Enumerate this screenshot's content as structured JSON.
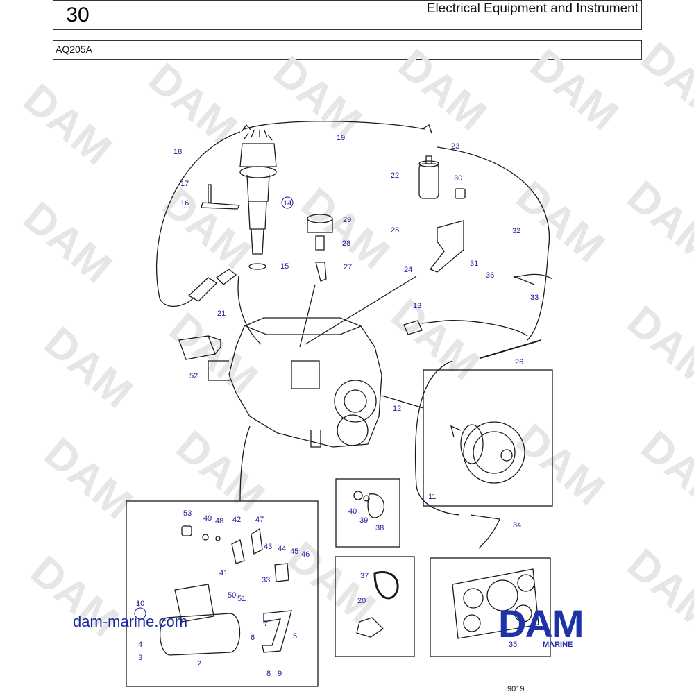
{
  "header": {
    "section_number": "30",
    "title": "Electrical Equipment and Instrument",
    "model": "AQ205A"
  },
  "watermark": {
    "text": "DAM"
  },
  "website": "dam-marine.com",
  "brand": {
    "name": "DAM",
    "subtitle": "MARINE",
    "color": "#1f33a8"
  },
  "drawing_code": "9019",
  "callouts": [
    "1",
    "2",
    "3",
    "4",
    "5",
    "6",
    "7",
    "8",
    "9",
    "10",
    "11",
    "12",
    "13",
    "14",
    "15",
    "16",
    "17",
    "18",
    "19",
    "20",
    "21",
    "22",
    "23",
    "24",
    "25",
    "26",
    "27",
    "28",
    "29",
    "30",
    "31",
    "32",
    "33",
    "33",
    "34",
    "35",
    "36",
    "37",
    "38",
    "39",
    "40",
    "41",
    "42",
    "43",
    "44",
    "45",
    "46",
    "47",
    "48",
    "49",
    "50",
    "51",
    "52",
    "53"
  ],
  "colors": {
    "line": "#1a1a1a",
    "label": "#1a1a9a"
  }
}
